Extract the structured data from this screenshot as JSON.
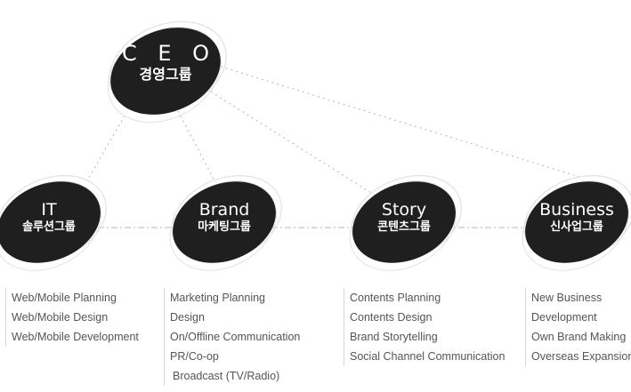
{
  "colors": {
    "node_fill": "#1f1f1f",
    "node_outline": "#e2e2e2",
    "connector": "#b5b5b5",
    "text_light": "#ffffff",
    "text_desc": "#555555"
  },
  "ceo": {
    "en": "C E O",
    "ko": "경영그룹"
  },
  "groups": [
    {
      "id": "it",
      "en": "IT",
      "ko": "솔루션그룹",
      "items": [
        "Web/Mobile Planning",
        "Web/Mobile Design",
        "Web/Mobile Development"
      ]
    },
    {
      "id": "brand",
      "en": "Brand",
      "ko": "마케팅그룹",
      "items": [
        "Marketing Planning",
        "Design",
        "On/Offline Communication",
        "PR/Co-op",
        "Broadcast (TV/Radio)"
      ]
    },
    {
      "id": "story",
      "en": "Story",
      "ko": "콘텐츠그룹",
      "items": [
        "Contents Planning",
        "Contents Design",
        "Brand Storytelling",
        "Social Channel Communication"
      ]
    },
    {
      "id": "business",
      "en": "Business",
      "ko": "신사업그룹",
      "items": [
        "New Business",
        "Development",
        "Own Brand Making",
        "Overseas Expansion"
      ]
    }
  ]
}
